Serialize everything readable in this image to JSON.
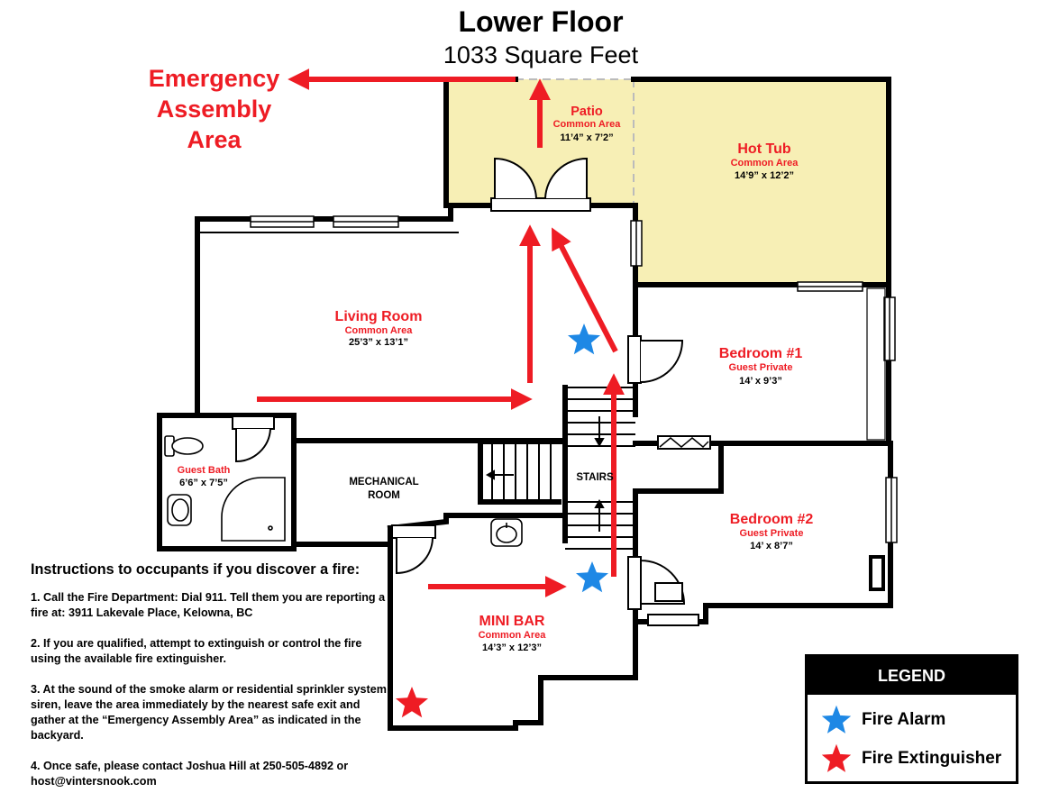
{
  "header": {
    "title": "Lower Floor",
    "subtitle": "1033 Square Feet"
  },
  "assembly_area": {
    "lines": [
      "Emergency",
      "Assembly",
      "Area"
    ]
  },
  "rooms": {
    "patio": {
      "name": "Patio",
      "type": "Common Area",
      "dims": "11’4” x 7’2”"
    },
    "hot_tub": {
      "name": "Hot Tub",
      "type": "Common Area",
      "dims": "14’9” x 12’2”"
    },
    "living": {
      "name": "Living Room",
      "type": "Common Area",
      "dims": "25’3” x 13’1”"
    },
    "bedroom1": {
      "name": "Bedroom #1",
      "type": "Guest Private",
      "dims": "14’ x 9’3”"
    },
    "bedroom2": {
      "name": "Bedroom #2",
      "type": "Guest Private",
      "dims": "14’ x 8’7”"
    },
    "guest_bath": {
      "name": "Guest Bath",
      "dims": "6’6” x 7’5”"
    },
    "mechanical": {
      "line1": "MECHANICAL",
      "line2": "ROOM"
    },
    "stairs": {
      "name": "STAIRS"
    },
    "mini_bar": {
      "name": "MINI BAR",
      "type": "Common Area",
      "dims": "14’3” x 12’3”"
    }
  },
  "instructions": {
    "heading": "Instructions to occupants if you discover a fire:",
    "items": [
      "1. Call the Fire Department: Dial 911. Tell them you are reporting a fire at: 3911 Lakevale Place, Kelowna, BC",
      "2. If you are qualified, attempt to extinguish or control the fire using the available fire extinguisher.",
      "3. At the sound of the smoke alarm or residential sprinkler system siren, leave the area immediately by the nearest safe exit and gather at the “Emergency Assembly Area” as indicated in the backyard.",
      "4. Once safe, please contact Joshua Hill at 250-505-4892 or host@vintersnook.com"
    ]
  },
  "legend": {
    "title": "LEGEND",
    "fire_alarm": "Fire Alarm",
    "fire_extinguisher": "Fire Extinguisher"
  },
  "colors": {
    "exit_arrow": "#ee1c24",
    "fire_alarm": "#1e88e5",
    "fire_extinguisher": "#ee1c24",
    "outdoor_area": "#f7efb5",
    "wall": "#000000"
  },
  "icons": {
    "fire_alarm": "blue-star-icon",
    "fire_extinguisher": "red-star-icon"
  }
}
